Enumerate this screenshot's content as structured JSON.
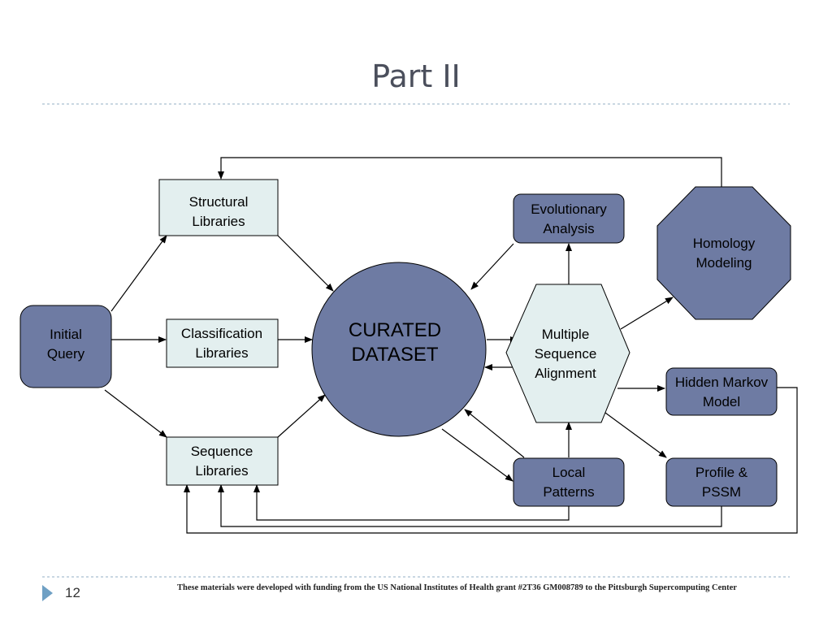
{
  "slide": {
    "title": "Part II",
    "number": "12",
    "footer": "These materials were developed with funding from the US National Institutes of Health grant #2T36 GM008789 to the Pittsburgh Supercomputing Center"
  },
  "nodes": {
    "initial_query": [
      "Initial",
      "Query"
    ],
    "structural_libraries": [
      "Structural",
      "Libraries"
    ],
    "classification_libraries": [
      "Classification",
      "Libraries"
    ],
    "sequence_libraries": [
      "Sequence",
      "Libraries"
    ],
    "curated_dataset": [
      "CURATED",
      "DATASET"
    ],
    "evolutionary_analysis": [
      "Evolutionary",
      "Analysis"
    ],
    "multiple_sequence_alignment": [
      "Multiple",
      "Sequence",
      "Alignment"
    ],
    "homology_modeling": [
      "Homology",
      "Modeling"
    ],
    "hidden_markov_model": [
      "Hidden Markov",
      "Model"
    ],
    "local_patterns": [
      "Local",
      "Patterns"
    ],
    "profile_pssm": [
      "Profile &",
      "PSSM"
    ]
  },
  "colors": {
    "dark_node": "#6e7ba3",
    "light_node": "#e3efef",
    "stroke": "#000000",
    "title": "#4b4f5c",
    "rule": "#a9bfd0",
    "nav_arrow": "#6fa0c4"
  }
}
